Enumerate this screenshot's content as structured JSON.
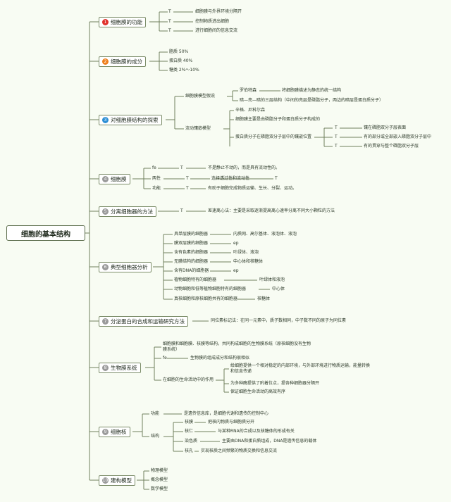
{
  "root": "细胞的基本结构",
  "colors": {
    "red": "#e0312b",
    "orange": "#ee7f1c",
    "blue": "#2d8fd5",
    "gray": "#9a9a9a"
  },
  "topics": [
    {
      "n": "1",
      "label": "细胞膜的功能",
      "color": "#e0312b"
    },
    {
      "n": "2",
      "label": "细胞膜的成分",
      "color": "#ee7f1c"
    },
    {
      "n": "3",
      "label": "对细胞膜结构的探索",
      "color": "#2d8fd5"
    },
    {
      "n": "4",
      "label": "细胞膜",
      "color": "#9a9a9a"
    },
    {
      "n": "5",
      "label": "分离细胞器的方法",
      "color": "#9a9a9a"
    },
    {
      "n": "6",
      "label": "典型细胞器分析",
      "color": "#9a9a9a"
    },
    {
      "n": "7",
      "label": "分泌蛋白的合成和运输研究方法",
      "color": "#9a9a9a"
    },
    {
      "n": "8",
      "label": "生物膜系统",
      "color": "#9a9a9a"
    },
    {
      "n": "9",
      "label": "细胞核",
      "color": "#9a9a9a"
    },
    {
      "n": "10",
      "label": "建构模型",
      "color": "#9a9a9a"
    }
  ],
  "t1": {
    "marks": [
      "T",
      "T",
      "T"
    ],
    "items": [
      "细胞膜与外界环境分隔开",
      "控制物质进出细胞",
      "进行细胞间的信息交流"
    ]
  },
  "t2": {
    "items": [
      "脂质 50%",
      "蛋白质 40%",
      "糖类 2%～10%"
    ]
  },
  "t3": {
    "a": "细胞膜模型假说",
    "a1": "罗伯特森",
    "a1v": "将细胞膜描述为静态的统一结构",
    "a2": "暗—亮—暗的三层结构（中间的亮层是磷脂分子，两边的暗层是蛋白质分子）",
    "b": "流动镶嵌模型",
    "b1": "辛格、尼科尔森",
    "b2": "细胞膜主要是由磷脂分子和蛋白质分子构成的",
    "b3": "蛋白质分子在磷脂双分子层中的镶嵌位置",
    "marks": [
      "T",
      "T",
      "T"
    ],
    "c": [
      "镶在磷脂双分子层表面",
      "有的部分或全部嵌入磷脂双分子层中",
      "有的贯穿与整个磷脂双分子层"
    ]
  },
  "t4": {
    "l": [
      "fe",
      "两性",
      "功能"
    ],
    "marks": [
      "T",
      "T",
      "T",
      "T"
    ],
    "v1": "不是静止不动的，而是具有流动性的。",
    "v2": "选择透过性和流动性",
    "v3": "有助于细胞完成物质运输、生长、分裂、运动。"
  },
  "t5": {
    "mark": "T",
    "v": "差速离心法：主要是采取逐渐提高离心速率分离不同大小颗粒的方法"
  },
  "t6": {
    "l": [
      "具单层膜的细胞器",
      "膜双层膜的细胞器",
      "含有色素的细胞器",
      "无膜结构的细胞器",
      "含有DNA的细胞器",
      "植物细胞特有的细胞器",
      "动物细胞和低等植物细胞特有的细胞器",
      "真核细胞和原核细胞共有的细胞器"
    ],
    "v": [
      "内质网、高尔基体、液泡体、液泡",
      "ep",
      "叶绿体、液泡",
      "中心体和核糖体",
      "ep",
      "叶绿体和液泡",
      "中心体",
      "核糖体"
    ]
  },
  "t7": {
    "v": "同位素标记法：在同一元素中，质子数相同，中子数不同的原子为同位素"
  },
  "t8": {
    "a": "细胞膜和细胞膜、核膜等结构，共同构成细胞的生物膜系统（原核细胞没有生物膜系统）",
    "b": "fe",
    "bv": "生物膜的组成成分和结构很相似",
    "c": "在细胞的生命活动中的作用",
    "c1": "给细胞提供一个相对稳定的内部环境，与外部环境进行物质运输，能量转换和信息传递",
    "c2": "为多种酶提供了附着位点，提各种细胞器分隔开",
    "c3": "保证细胞生命活动的高效有序"
  },
  "t9": {
    "a": "功能",
    "av": "是遗传信息库，是细胞代谢和遗传的控制中心",
    "b": "结构",
    "l": [
      "核膜",
      "核仁",
      "染色质",
      "核孔"
    ],
    "v": [
      "把核内物质与细胞质分开",
      "与某种RNA的合成以及核糖体的形成有关",
      "主要由DNA和蛋白质组成，DNA是遗传信息的载体",
      "实现核质之间频繁的物质交换和信息交流"
    ]
  },
  "t10": {
    "items": [
      "物理模型",
      "概念模型",
      "数学模型"
    ]
  }
}
